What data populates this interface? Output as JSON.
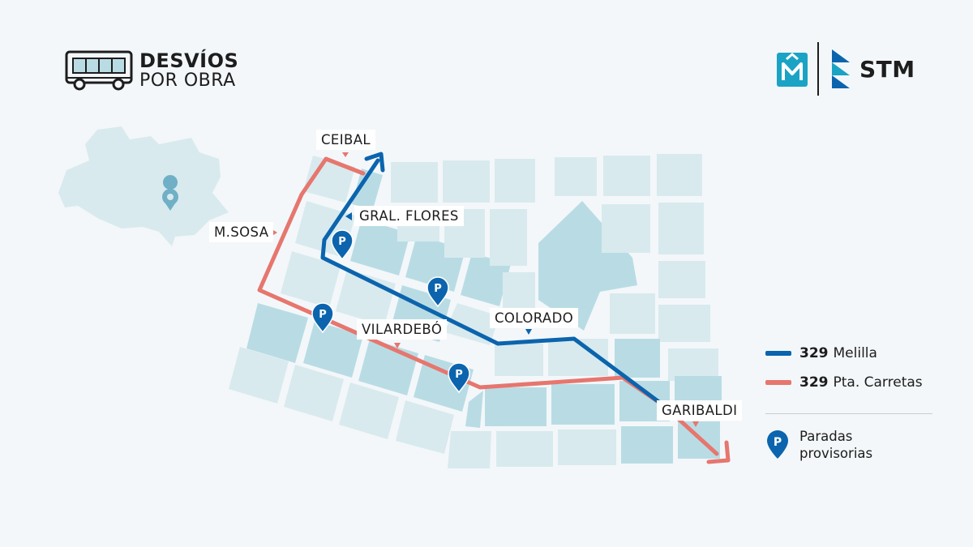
{
  "header": {
    "title_line1": "DESVÍOS",
    "title_line2": "POR OBRA",
    "icon": "bus-icon"
  },
  "brand": {
    "name": "STM",
    "logo_icon": "montevideo-logo-icon",
    "stm_icon": "stm-logo-icon"
  },
  "map": {
    "street_labels": {
      "ceibal": "CEIBAL",
      "gral_flores": "GRAL. FLORES",
      "msosa": "M.SOSA",
      "vilardebo": "VILARDEBÓ",
      "colorado": "COLORADO",
      "garibaldi": "GARIBALDI"
    },
    "stop_symbol": "P",
    "locator_icon": "location-pin-icon"
  },
  "legend": {
    "route_melilla": {
      "number": "329",
      "name": "Melilla",
      "color": "#0b64ad"
    },
    "route_carretas": {
      "number": "329",
      "name": "Pta. Carretas",
      "color": "#e6766e"
    },
    "stops_line1": "Paradas",
    "stops_line2": "provisorias"
  },
  "colors": {
    "background": "#f3f7fa",
    "block_light": "#d8eaee",
    "block_dark": "#b9dce4",
    "blue_route": "#0b64ad",
    "red_route": "#e6766e",
    "stop_blue": "#0b64ad"
  }
}
